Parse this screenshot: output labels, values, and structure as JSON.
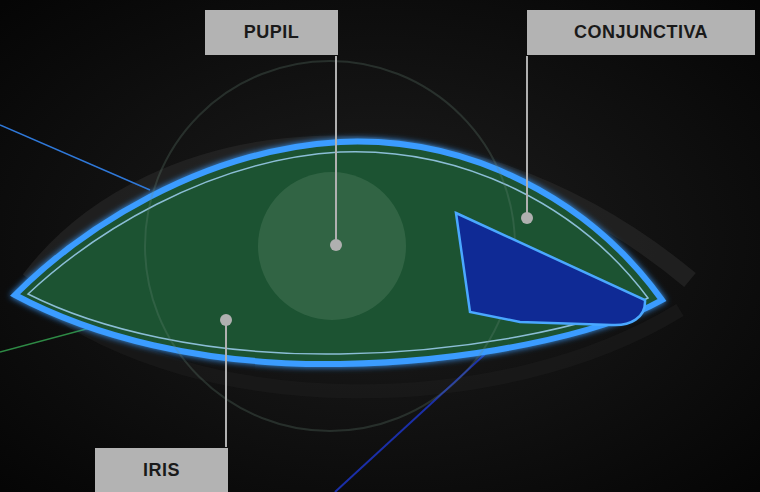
{
  "diagram": {
    "nodes": [
      {
        "text": [
          "PUPIL"
        ]
      },
      {
        "text": [
          "CONJUNCTIVA"
        ]
      },
      {
        "text": [
          "IRIS"
        ]
      }
    ]
  }
}
